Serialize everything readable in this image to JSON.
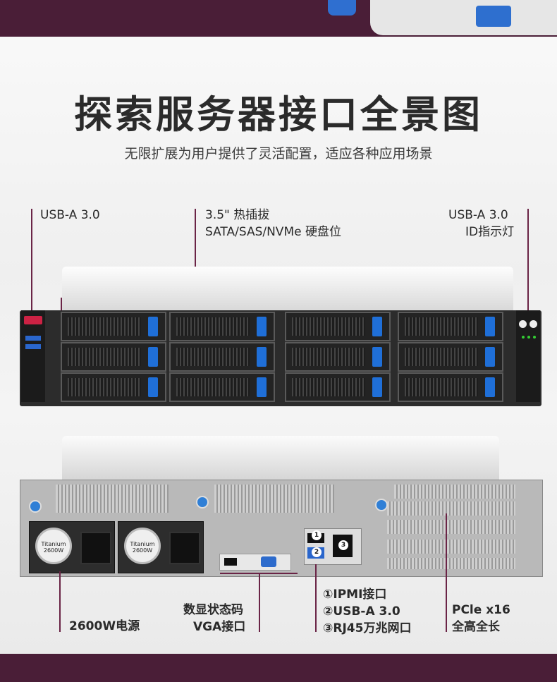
{
  "header": {
    "title": "探索服务器接口全景图",
    "subtitle": "无限扩展为用户提供了灵活配置，适应各种应用场景"
  },
  "front_labels": {
    "usb_left": "USB-A 3.0",
    "bays_line1": "3.5\" 热插拔",
    "bays_line2": "SATA/SAS/NVMe 硬盘位",
    "usb_right_line1": "USB-A 3.0",
    "usb_right_line2": "ID指示灯"
  },
  "rear_labels": {
    "psu": "2600W电源",
    "debug_line1": "数显状态码",
    "debug_line2": "VGA接口",
    "io_line1": "①IPMI接口",
    "io_line2": "②USB-A 3.0",
    "io_line3": "③RJ45万兆网口",
    "pcie_line1": "PCle x16",
    "pcie_line2": "全高全长"
  },
  "psu_badges": {
    "brand": "Titanium",
    "watt": "2600W"
  },
  "io_badges": [
    "1",
    "2",
    "3"
  ],
  "colors": {
    "accent": "#6a2446",
    "band": "#4a1e37",
    "latch": "#1f6fd8"
  }
}
